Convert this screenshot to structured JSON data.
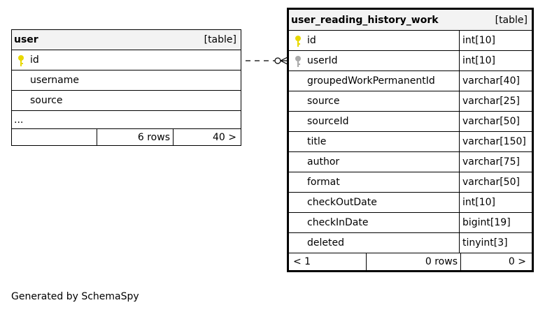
{
  "user_table": {
    "name": "user",
    "kind": "[table]",
    "columns": [
      {
        "name": "id",
        "key": "primary"
      },
      {
        "name": "username",
        "key": ""
      },
      {
        "name": "source",
        "key": ""
      }
    ],
    "ellipsis": "...",
    "rows_text": "6 rows",
    "children_text": "40 >"
  },
  "history_table": {
    "name": "user_reading_history_work",
    "kind": "[table]",
    "columns": [
      {
        "name": "id",
        "type": "int[10]",
        "key": "primary"
      },
      {
        "name": "userId",
        "type": "int[10]",
        "key": "foreign"
      },
      {
        "name": "groupedWorkPermanentId",
        "type": "varchar[40]",
        "key": ""
      },
      {
        "name": "source",
        "type": "varchar[25]",
        "key": ""
      },
      {
        "name": "sourceId",
        "type": "varchar[50]",
        "key": ""
      },
      {
        "name": "title",
        "type": "varchar[150]",
        "key": ""
      },
      {
        "name": "author",
        "type": "varchar[75]",
        "key": ""
      },
      {
        "name": "format",
        "type": "varchar[50]",
        "key": ""
      },
      {
        "name": "checkOutDate",
        "type": "int[10]",
        "key": ""
      },
      {
        "name": "checkInDate",
        "type": "bigint[19]",
        "key": ""
      },
      {
        "name": "deleted",
        "type": "tinyint[3]",
        "key": ""
      }
    ],
    "parents_text": "< 1",
    "rows_text": "0 rows",
    "children_text": "0 >"
  },
  "generated_by": "Generated by SchemaSpy",
  "colors": {
    "header_bg": "#f3f3f3",
    "primary_key": "#e8d800",
    "foreign_key": "#aaaaaa"
  }
}
